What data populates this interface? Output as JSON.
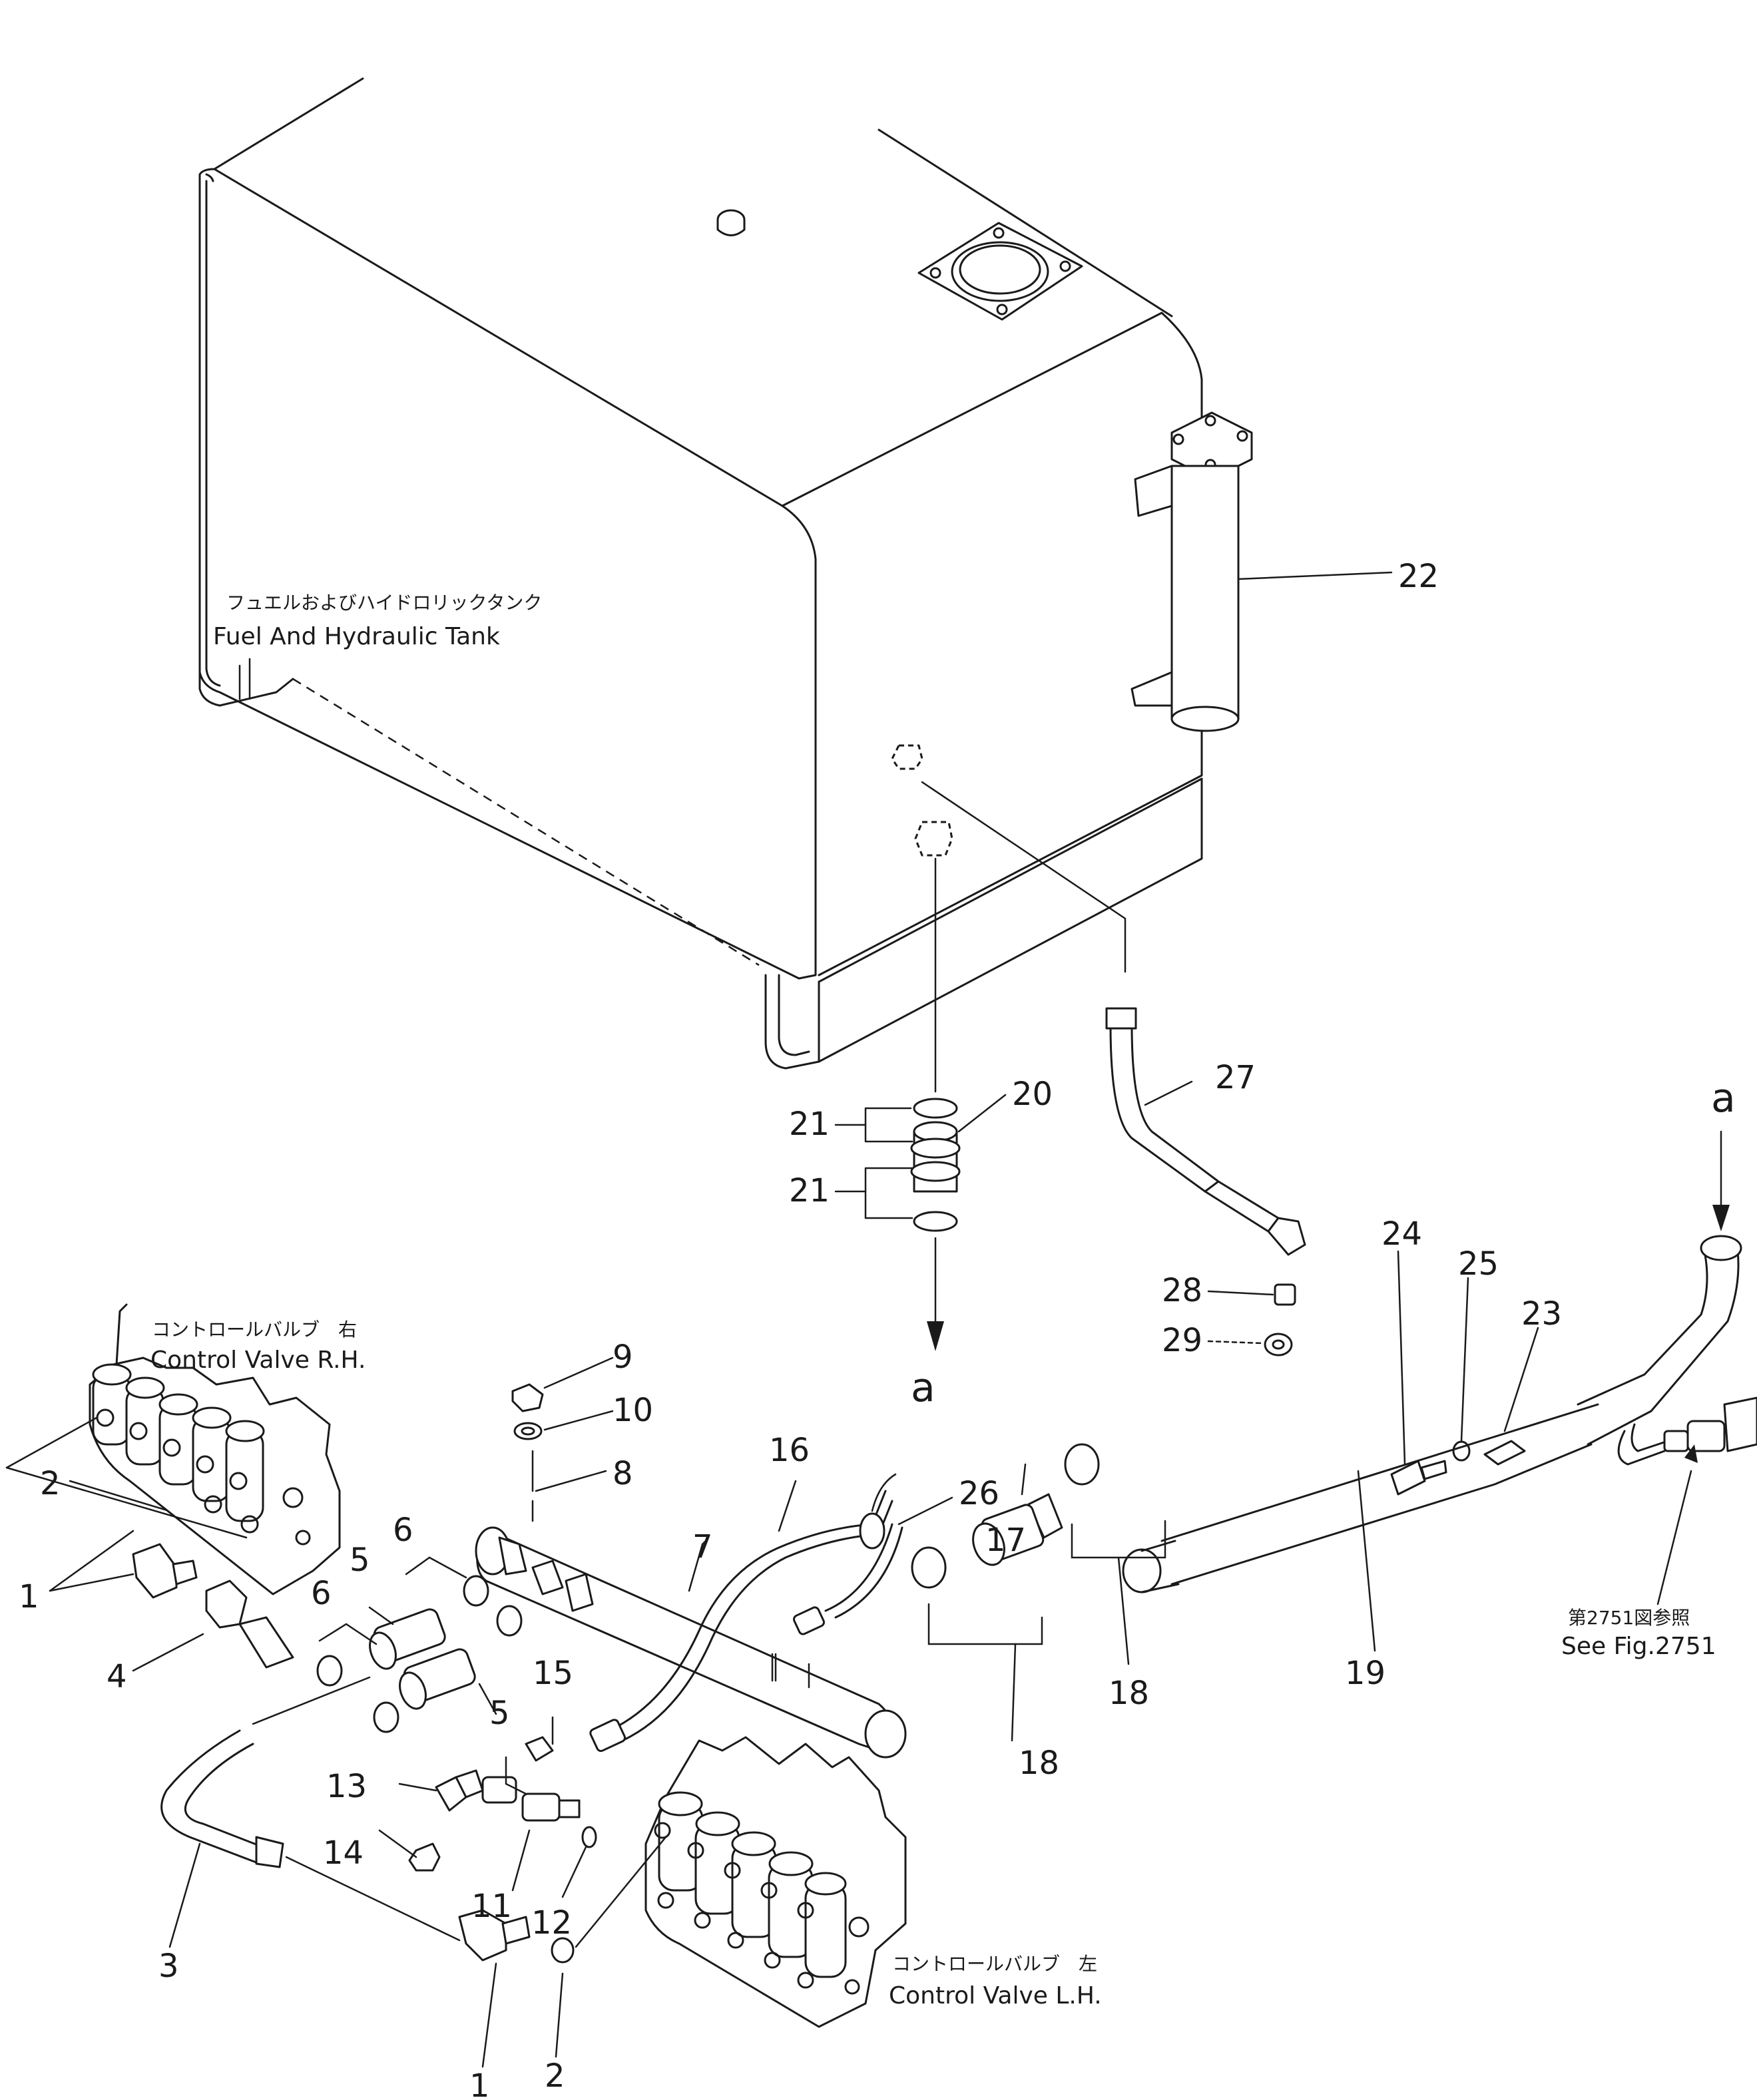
{
  "labels": {
    "tank_ja": "フュエルおよびハイドロリックタンク",
    "tank_en": "Fuel And Hydraulic Tank",
    "cv_rh_ja": "コントロールバルブ　右",
    "cv_rh_en": "Control Valve R.H.",
    "cv_lh_ja": "コントロールバルブ　左",
    "cv_lh_en": "Control Valve L.H.",
    "see_fig_ja": "第2751図参照",
    "see_fig_en": "See Fig.2751",
    "connector_a": "a"
  },
  "callouts": {
    "n1a": "1",
    "n1b": "1",
    "n2a": "2",
    "n2b": "2",
    "n3": "3",
    "n4": "4",
    "n5a": "5",
    "n5b": "5",
    "n6a": "6",
    "n6b": "6",
    "n7": "7",
    "n8": "8",
    "n9": "9",
    "n10": "10",
    "n11": "11",
    "n12": "12",
    "n13": "13",
    "n14": "14",
    "n15": "15",
    "n16": "16",
    "n17": "17",
    "n18a": "18",
    "n18b": "18",
    "n19": "19",
    "n20": "20",
    "n21a": "21",
    "n21b": "21",
    "n22": "22",
    "n23": "23",
    "n24": "24",
    "n25": "25",
    "n26": "26",
    "n27": "27",
    "n28": "28",
    "n29": "29"
  }
}
